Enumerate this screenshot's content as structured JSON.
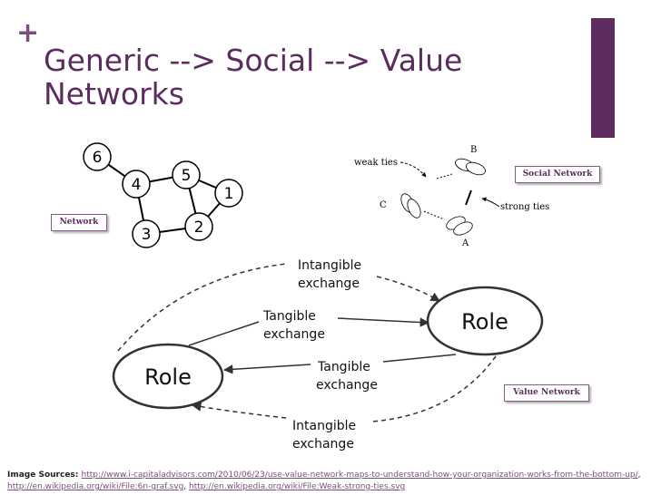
{
  "slide": {
    "plus": "+",
    "title_line1": "Generic --> Social --> Value",
    "title_line2": "Networks",
    "accent_color": "#5e2c61"
  },
  "labels": {
    "network": "Network",
    "social_network": "Social Network",
    "value_network": "Value Network"
  },
  "generic_graph": {
    "nodes": [
      "6",
      "4",
      "5",
      "1",
      "3",
      "2"
    ]
  },
  "social_diagram": {
    "weak_ties": "weak ties",
    "strong_ties": "strong ties",
    "node_a": "A",
    "node_b": "B",
    "node_c": "C"
  },
  "value_diagram": {
    "role_left": "Role",
    "role_right": "Role",
    "top_line1": "Intangible",
    "top_line2": "exchange",
    "mid_upper_line1": "Tangible",
    "mid_upper_line2": "exchange",
    "mid_lower_line1": "Tangible",
    "mid_lower_line2": "exchange",
    "bottom_line1": "Intangible",
    "bottom_line2": "exchange"
  },
  "footer": {
    "prefix": "Image Sources: ",
    "link1": "http://www.i-capitaladvisors.com/2010/06/23/use-value-network-maps-to-understand-how-your-organization-works-from-the-bottom-up/",
    "sep1": ", ",
    "link2": "http://en.wikipedia.org/wiki/File:6n-graf.svg",
    "sep2": ", ",
    "link3": "http://en.wikipedia.org/wiki/File:Weak-strong-ties.svg"
  }
}
